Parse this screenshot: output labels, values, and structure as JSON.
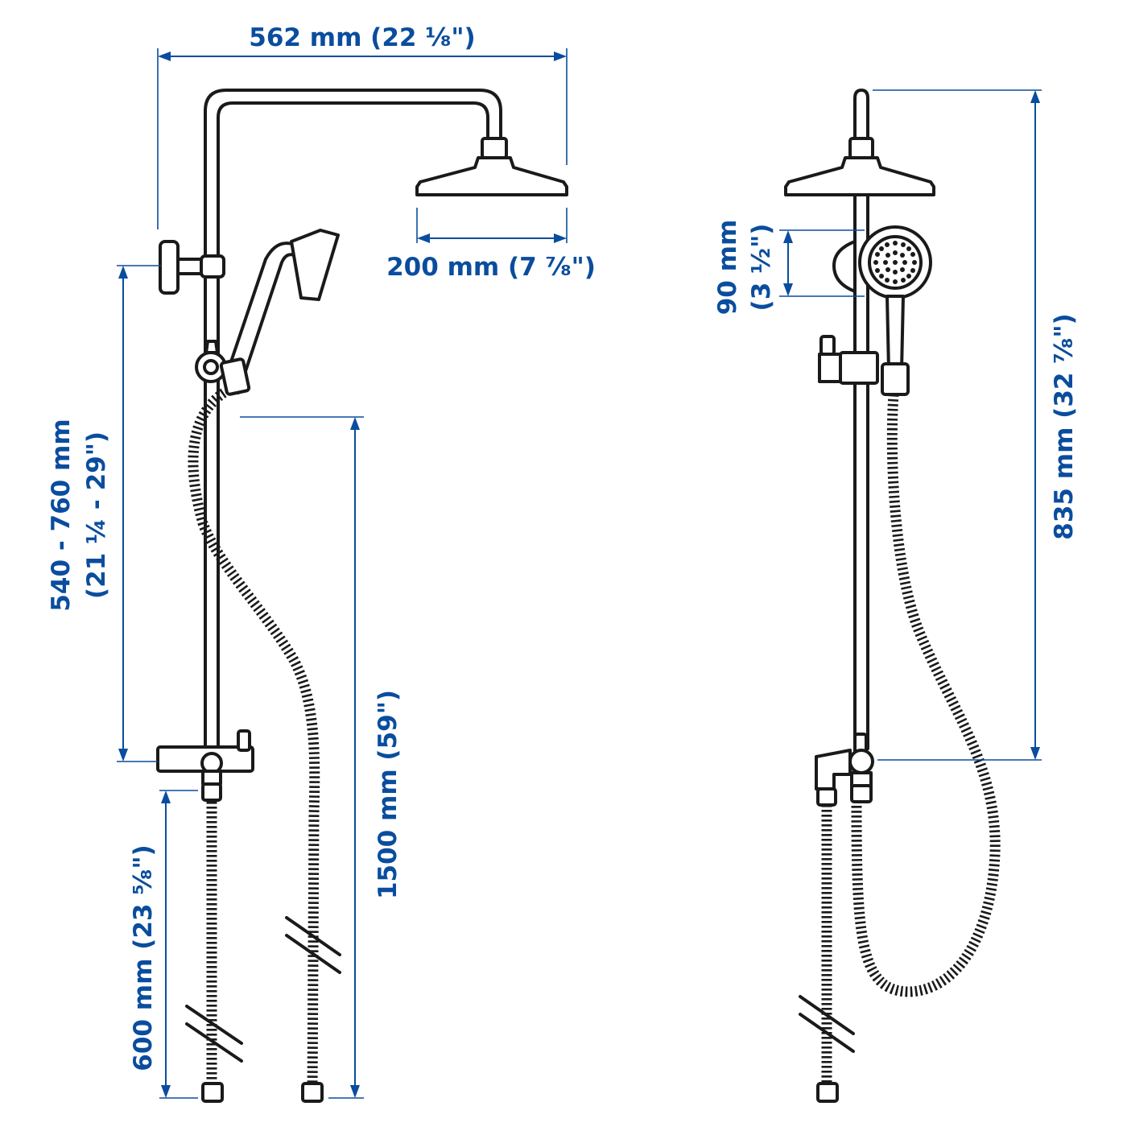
{
  "dimensions": {
    "total_width": "562 mm (22 ⅛\")",
    "head_diameter": "200 mm (7 ⅞\")",
    "rail_height_value": "540 - 760 mm",
    "rail_height_inch": "(21 ¼ - 29\")",
    "hose_length": "1500 mm (59\")",
    "outlet_height": "600 mm (23 ⅝\")",
    "hand_shower_value": "90 mm",
    "hand_shower_inch": "(3 ½\")",
    "side_height": "835 mm (32 ⅞\")"
  },
  "colors": {
    "dimension": "#0a4d9e",
    "ink": "#1a1a1a",
    "background": "#ffffff"
  }
}
